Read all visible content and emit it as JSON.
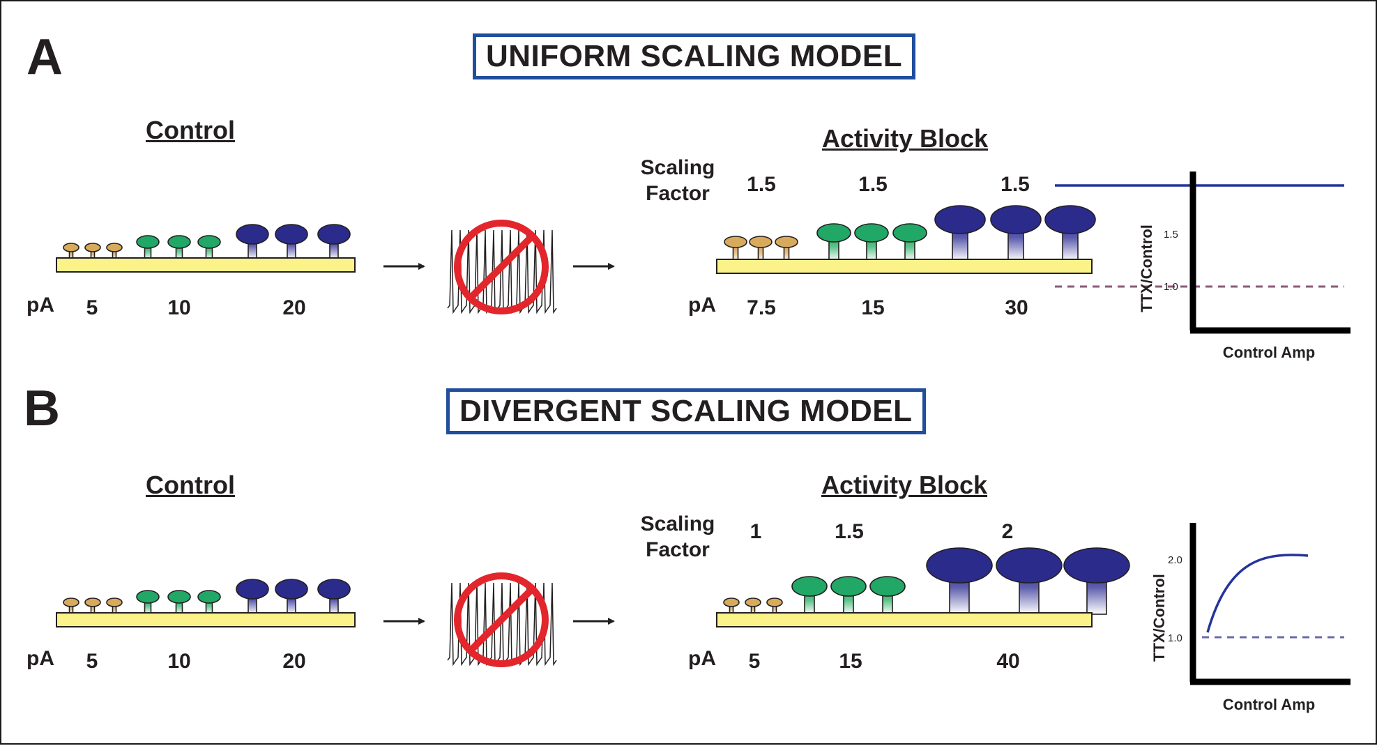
{
  "colors": {
    "dendrite": "#fbf28a",
    "spine_small": "#d8aa5c",
    "spine_medium": "#22a866",
    "spine_large": "#2b2b8c",
    "title_border": "#1f4e9c",
    "prohibit": "#e3252c",
    "curve": "#25349a",
    "baseline_a": "#8a5a78",
    "baseline_b": "#6a6aaa"
  },
  "panel_a": {
    "letter": "A",
    "title": "UNIFORM SCALING MODEL",
    "control_heading": "Control",
    "block_heading": "Activity Block",
    "unit_label": "pA",
    "control_values": [
      "5",
      "10",
      "20"
    ],
    "scaling_label_line1": "Scaling",
    "scaling_label_line2": "Factor",
    "scaling_factors": [
      "1.5",
      "1.5",
      "1.5"
    ],
    "block_values": [
      "7.5",
      "15",
      "30"
    ],
    "plot": {
      "ylabel": "TTX/Control",
      "xlabel": "Control Amp",
      "ticks": [
        "1.5",
        "1.0"
      ]
    }
  },
  "panel_b": {
    "letter": "B",
    "title": "DIVERGENT SCALING MODEL",
    "control_heading": "Control",
    "block_heading": "Activity Block",
    "unit_label": "pA",
    "control_values": [
      "5",
      "10",
      "20"
    ],
    "scaling_label_line1": "Scaling",
    "scaling_label_line2": "Factor",
    "scaling_factors": [
      "1",
      "1.5",
      "2"
    ],
    "block_values": [
      "5",
      "15",
      "40"
    ],
    "plot": {
      "ylabel": "TTX/Control",
      "xlabel": "Control Amp",
      "ticks": [
        "2.0",
        "1.0"
      ]
    }
  }
}
